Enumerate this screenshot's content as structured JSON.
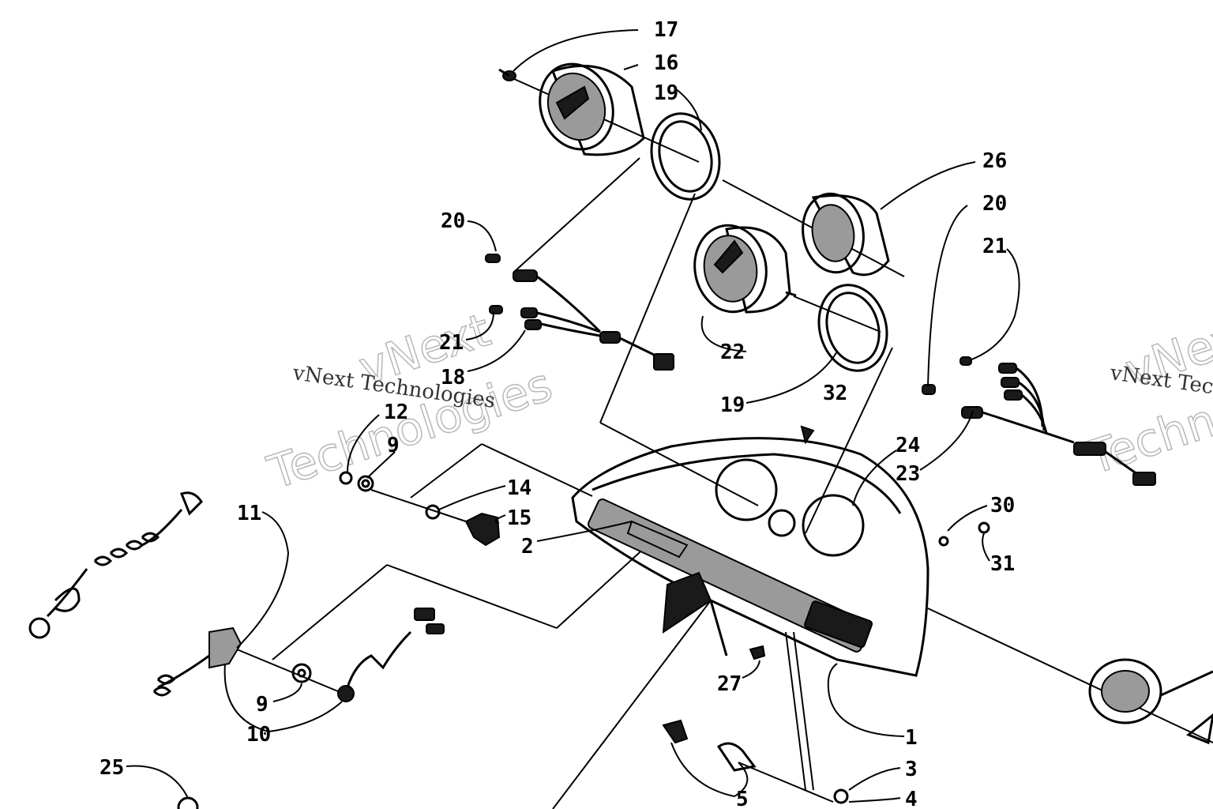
{
  "callouts": {
    "c17": "17",
    "c16": "16",
    "c19a": "19",
    "c26": "26",
    "c20a": "20",
    "c20b": "20",
    "c21a": "21",
    "c21b": "21",
    "c18": "18",
    "c22": "22",
    "c19b": "19",
    "c32": "32",
    "c24": "24",
    "c23": "23",
    "c12": "12",
    "c9a": "9",
    "c14": "14",
    "c15": "15",
    "c2": "2",
    "c11": "11",
    "c30": "30",
    "c31": "31",
    "c9b": "9",
    "c10": "10",
    "c27": "27",
    "c1": "1",
    "c3": "3",
    "c4": "4",
    "c5": "5",
    "c25": "25"
  },
  "watermark": {
    "brand_line1": "vNext",
    "brand_line2": "Technologies",
    "brand_full": "vNext Technologies",
    "color": "#b8b8b8"
  }
}
